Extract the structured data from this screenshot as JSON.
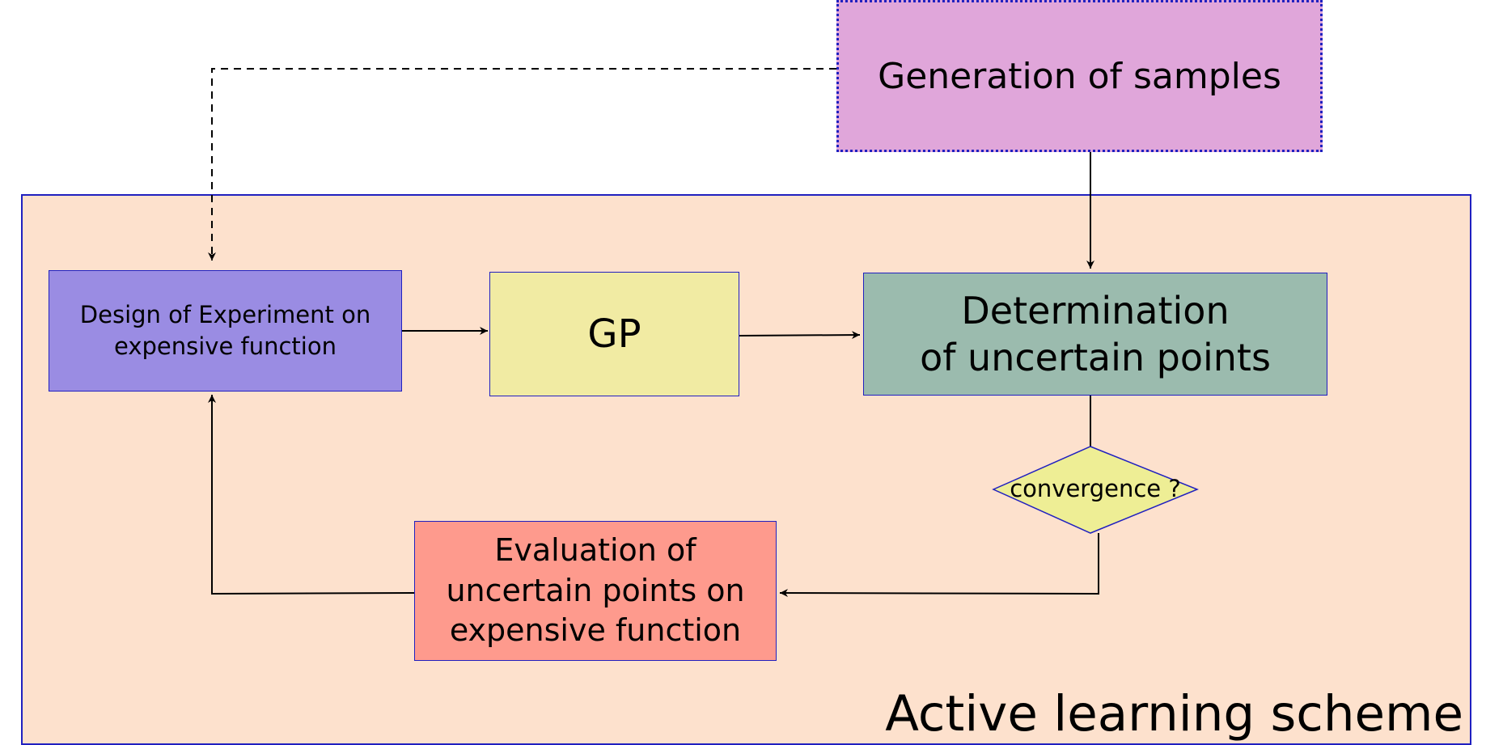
{
  "diagram": {
    "container": {
      "label": "Active learning scheme"
    },
    "nodes": {
      "samples": {
        "label": "Generation of samples"
      },
      "doe": {
        "label": "Design of Experiment on\nexpensive function"
      },
      "gp": {
        "label": "GP"
      },
      "determination": {
        "label": "Determination\nof uncertain points"
      },
      "convergence": {
        "label": "convergence ?"
      },
      "evaluation": {
        "label": "Evaluation of\nuncertain points on\nexpensive function"
      }
    },
    "edges": [
      {
        "from": "samples",
        "to": "doe",
        "style": "dashed"
      },
      {
        "from": "samples",
        "to": "determination",
        "style": "solid"
      },
      {
        "from": "doe",
        "to": "gp",
        "style": "solid"
      },
      {
        "from": "gp",
        "to": "determination",
        "style": "solid"
      },
      {
        "from": "determination",
        "to": "convergence",
        "style": "solid"
      },
      {
        "from": "convergence",
        "to": "evaluation",
        "style": "solid"
      },
      {
        "from": "evaluation",
        "to": "doe",
        "style": "solid"
      }
    ],
    "colors": {
      "border": "#2020c0",
      "container_fill": "#fde1cd",
      "samples_fill": "#e0a6da",
      "doe_fill": "#9a8ce3",
      "gp_fill": "#f1eba3",
      "determination_fill": "#9bbbae",
      "convergence_fill": "#eeee95",
      "evaluation_fill": "#fe9a8d"
    }
  }
}
